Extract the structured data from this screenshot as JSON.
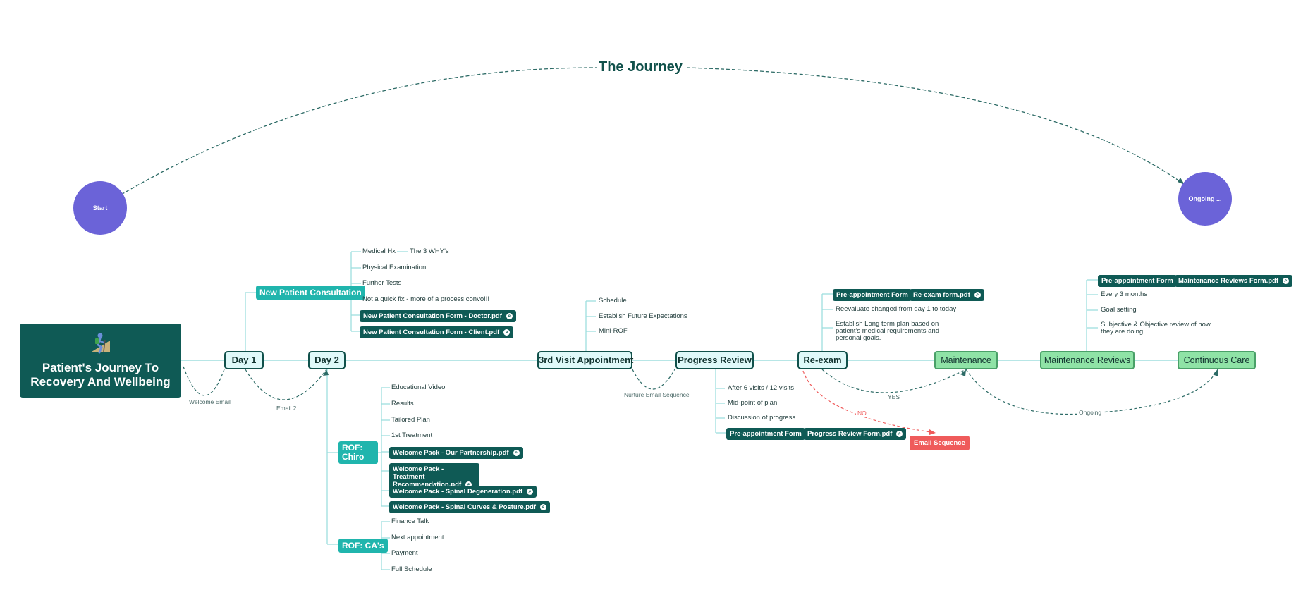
{
  "journey": {
    "title": "The Journey",
    "start": "Start",
    "ongoing": "Ongoing ..."
  },
  "main_node": {
    "title": "Patient's Journey To Recovery And Wellbeing",
    "icon": "hiker-icon"
  },
  "stages": {
    "day1": "Day 1",
    "day2": "Day 2",
    "third_visit": "3rd Visit Appointment",
    "progress_review": "Progress Review",
    "reexam": "Re-exam",
    "maintenance": "Maintenance",
    "maintenance_reviews": "Maintenance Reviews",
    "continuous_care": "Continuous Care"
  },
  "edge_labels": {
    "welcome_email": "Welcome Email",
    "email2": "Email 2",
    "nurture": "Nurture Email Sequence",
    "yes": "YES",
    "no": "NO",
    "ongoing": "Ongoing"
  },
  "new_patient": {
    "label": "New Patient Consultation",
    "items": [
      "Medical Hx",
      "Physical Examination",
      "Further Tests",
      "Not a quick fix - more of a process convo!!!"
    ],
    "medical_hx_child": "The 3 WHY's",
    "files": [
      "New Patient Consultation Form - Doctor.pdf",
      "New Patient Consultation Form - Client.pdf"
    ]
  },
  "rof_chiro": {
    "label": "ROF: Chiro",
    "items": [
      "Educational Video",
      "Results",
      "Tailored Plan",
      "1st Treatment"
    ],
    "files": [
      "Welcome Pack - Our Partnership.pdf",
      "Welcome Pack - Treatment Recommendation.pdf",
      "Welcome Pack - Spinal Degeneration.pdf",
      "Welcome Pack - Spinal Curves & Posture.pdf"
    ]
  },
  "rof_cas": {
    "label": "ROF: CA's",
    "items": [
      "Finance Talk",
      "Next appointment",
      "Payment",
      "Full Schedule"
    ]
  },
  "third_visit_items": [
    "Schedule",
    "Establish Future Expectations",
    "Mini-ROF"
  ],
  "progress_items": [
    "After 6 visits / 12 visits",
    "Mid-point of plan",
    "Discussion of progress"
  ],
  "progress_forms": {
    "pre": "Pre-appointment Form",
    "file": "Progress Review Form.pdf"
  },
  "reexam_items": {
    "pre": "Pre-appointment Form",
    "file": "Re-exam form.pdf",
    "texts": [
      "Reevaluate changed from day 1 to today",
      "Establish Long term plan based on patient's medical requirements and personal goals."
    ]
  },
  "maint_items": {
    "pre": "Pre-appointment Form",
    "file": "Maintenance Reviews Form.pdf",
    "texts": [
      "Every 3 months",
      "Goal setting",
      "Subjective & Objective review of how they are doing"
    ]
  },
  "email_sequence": "Email Sequence",
  "colors": {
    "dark_teal": "#0f5a55",
    "teal": "#20b5ad",
    "stage_fill": "#dff9f9",
    "green": "#8fe3a6",
    "purple": "#6b63d8",
    "red": "#ef5b5b",
    "line": "#9fdede"
  }
}
